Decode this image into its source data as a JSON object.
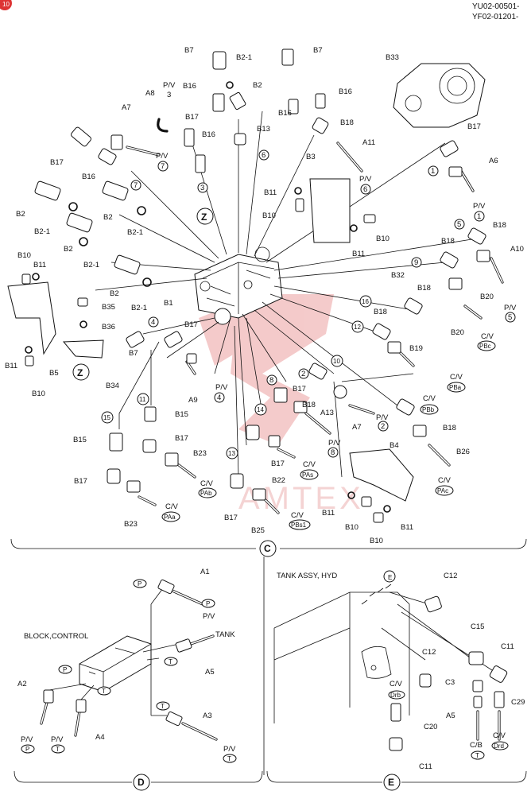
{
  "header": {
    "page_marker": "10",
    "doc_codes": [
      "YU02-00501-",
      "YF02-01201-"
    ]
  },
  "watermark": "AMTEX",
  "view_c": {
    "view_letter": "C",
    "detail_marker": "Z",
    "part_labels": {
      "B7a": "B7",
      "B21a": "B2-1",
      "B2a": "B2",
      "B16a": "B16",
      "P_V3": "P/V",
      "n3": "3",
      "A8": "A8",
      "B17a": "B17",
      "B16b": "B16",
      "B13": "B13",
      "B7b": "B7",
      "B16c": "B16",
      "B16d": "B16",
      "B18a": "B18",
      "A11": "A11",
      "B33": "B33",
      "A7a": "A7",
      "P_V7": "P/V",
      "n7a": "7",
      "B17b": "B17",
      "B16e": "B16",
      "B3": "B3",
      "P_V6": "P/V",
      "n6a": "6",
      "B17c": "B17",
      "A6": "A6",
      "n1a": "1",
      "P_V1": "P/V",
      "n1b": "1",
      "n7b": "7",
      "n3b": "3",
      "n6b": "6",
      "B11a": "B11",
      "B10a": "B10",
      "B10b": "B10",
      "B11b": "B11",
      "B2b": "B2",
      "B21b": "B2-1",
      "B2c": "B2",
      "B21c": "B2-1",
      "B2d": "B2",
      "B21d": "B2-1",
      "B2e": "B2",
      "B21e": "B2-1",
      "B1": "B1",
      "B10c": "B10",
      "B11c": "B11",
      "B35": "B35",
      "B36": "B36",
      "B5": "B5",
      "B11d": "B11",
      "B10d": "B10",
      "B34": "B34",
      "n5a": "5",
      "B18b": "B18",
      "B18c": "B18",
      "A10": "A10",
      "P_V5": "P/V",
      "n5b": "5",
      "n9": "9",
      "B20a": "B20",
      "C_V_PBc": "C/V",
      "PBc": "PBc",
      "B32": "B32",
      "B18d": "B18",
      "B18e": "B18",
      "n16": "16",
      "n12": "12",
      "B19": "B19",
      "B20b": "B20",
      "C_V_PBa": "C/V",
      "PBa": "PBa",
      "n4": "4",
      "B17d": "B17",
      "B7c": "B7",
      "A9": "A9",
      "P_V4": "P/V",
      "n4b": "4",
      "n10": "10",
      "n8": "8",
      "B17e": "B17",
      "n2": "2",
      "B18f": "B18",
      "A13": "A13",
      "A7b": "A7",
      "P_V2": "P/V",
      "n2b": "2",
      "C_V_PBb": "C/V",
      "PBb": "PBb",
      "B18g": "B18",
      "B26": "B26",
      "n11": "11",
      "B15a": "B15",
      "n15": "15",
      "B15b": "B15",
      "B17f": "B17",
      "B23a": "B23",
      "C_V_PAb": "C/V",
      "PAb": "PAb",
      "n14": "14",
      "B17g": "B17",
      "P_V8": "P/V",
      "n8b": "8",
      "B4": "B4",
      "C_V_PAc": "C/V",
      "PAc": "PAc",
      "B17h": "B17",
      "C_V_PAa": "C/V",
      "PAa": "PAa",
      "B23b": "B23",
      "n13": "13",
      "B22": "B22",
      "C_V_PAs": "C/V",
      "PAs": "PAs",
      "B17i": "B17",
      "B25": "B25",
      "C_V_PBs1": "C/V",
      "PBs1": "PBs1",
      "B11e": "B11",
      "B10e": "B10",
      "B11f": "B11",
      "B10f": "B10"
    }
  },
  "view_d": {
    "view_letter": "D",
    "title": "BLOCK,CONTROL",
    "part_labels": {
      "A1": "A1",
      "P1": "P",
      "P2": "P",
      "P_V_A1": "P/V",
      "TANK": "TANK",
      "T1": "T",
      "A5": "A5",
      "P3": "P",
      "T2": "T",
      "A2": "A2",
      "A4": "A4",
      "P_V_A2": "P/V",
      "P4": "P",
      "P_V_A4": "P/V",
      "T3": "T",
      "T4": "T",
      "A3": "A3",
      "P_V_A3": "P/V",
      "T5": "T"
    }
  },
  "view_e": {
    "view_letter": "E",
    "title": "TANK ASSY, HYD",
    "part_labels": {
      "C12a": "C12",
      "C15": "C15",
      "C11a": "C11",
      "C12b": "C12",
      "C3": "C3",
      "C_V_Drb": "C/V",
      "Drb": "Drb",
      "C20": "C20",
      "A5": "A5",
      "C_B": "C/B",
      "T": "T",
      "C_V_Drd": "C/V",
      "Drd": "Drd",
      "C29": "C29",
      "C11b": "C11"
    }
  }
}
